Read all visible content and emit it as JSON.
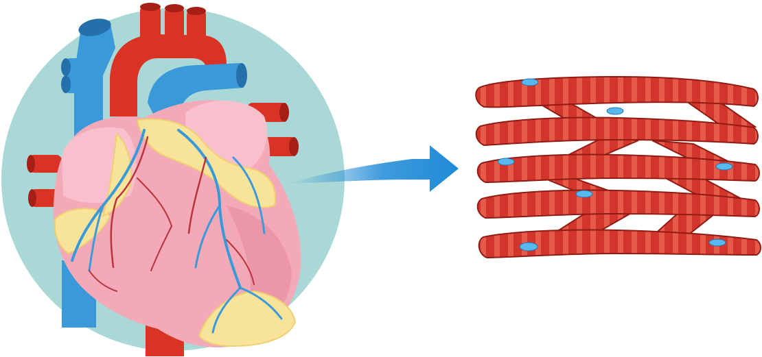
{
  "diagram": {
    "kind": "illustration",
    "panels": [
      {
        "subject": "human-heart"
      },
      {
        "subject": "cardiac-muscle-fibers"
      }
    ],
    "relation": "magnified-view",
    "colors": {
      "background": "#ffffff",
      "backdrop_circle": "#a9d8d6",
      "heart_pink": "#f4a9b9",
      "heart_pink_light": "#f7c0cc",
      "heart_pink_shadow": "#e88fa3",
      "fat_yellow": "#f7e39a",
      "fat_yellow_edge": "#eed070",
      "artery_red": "#d93325",
      "artery_red_dark": "#a51f15",
      "vein_blue": "#3a9ad9",
      "vein_blue_dark": "#2470ab",
      "vessel_red_thin": "#b8333b",
      "arrow_blue": "#1e8ad6",
      "fiber_red": "#d2352b",
      "fiber_stripe": "#e55a49",
      "fiber_outline": "#8e1c14",
      "nucleus_blue": "#57b9ee"
    },
    "icons": [
      "heart-icon",
      "muscle-fiber-icon",
      "arrow-right-icon"
    ]
  }
}
